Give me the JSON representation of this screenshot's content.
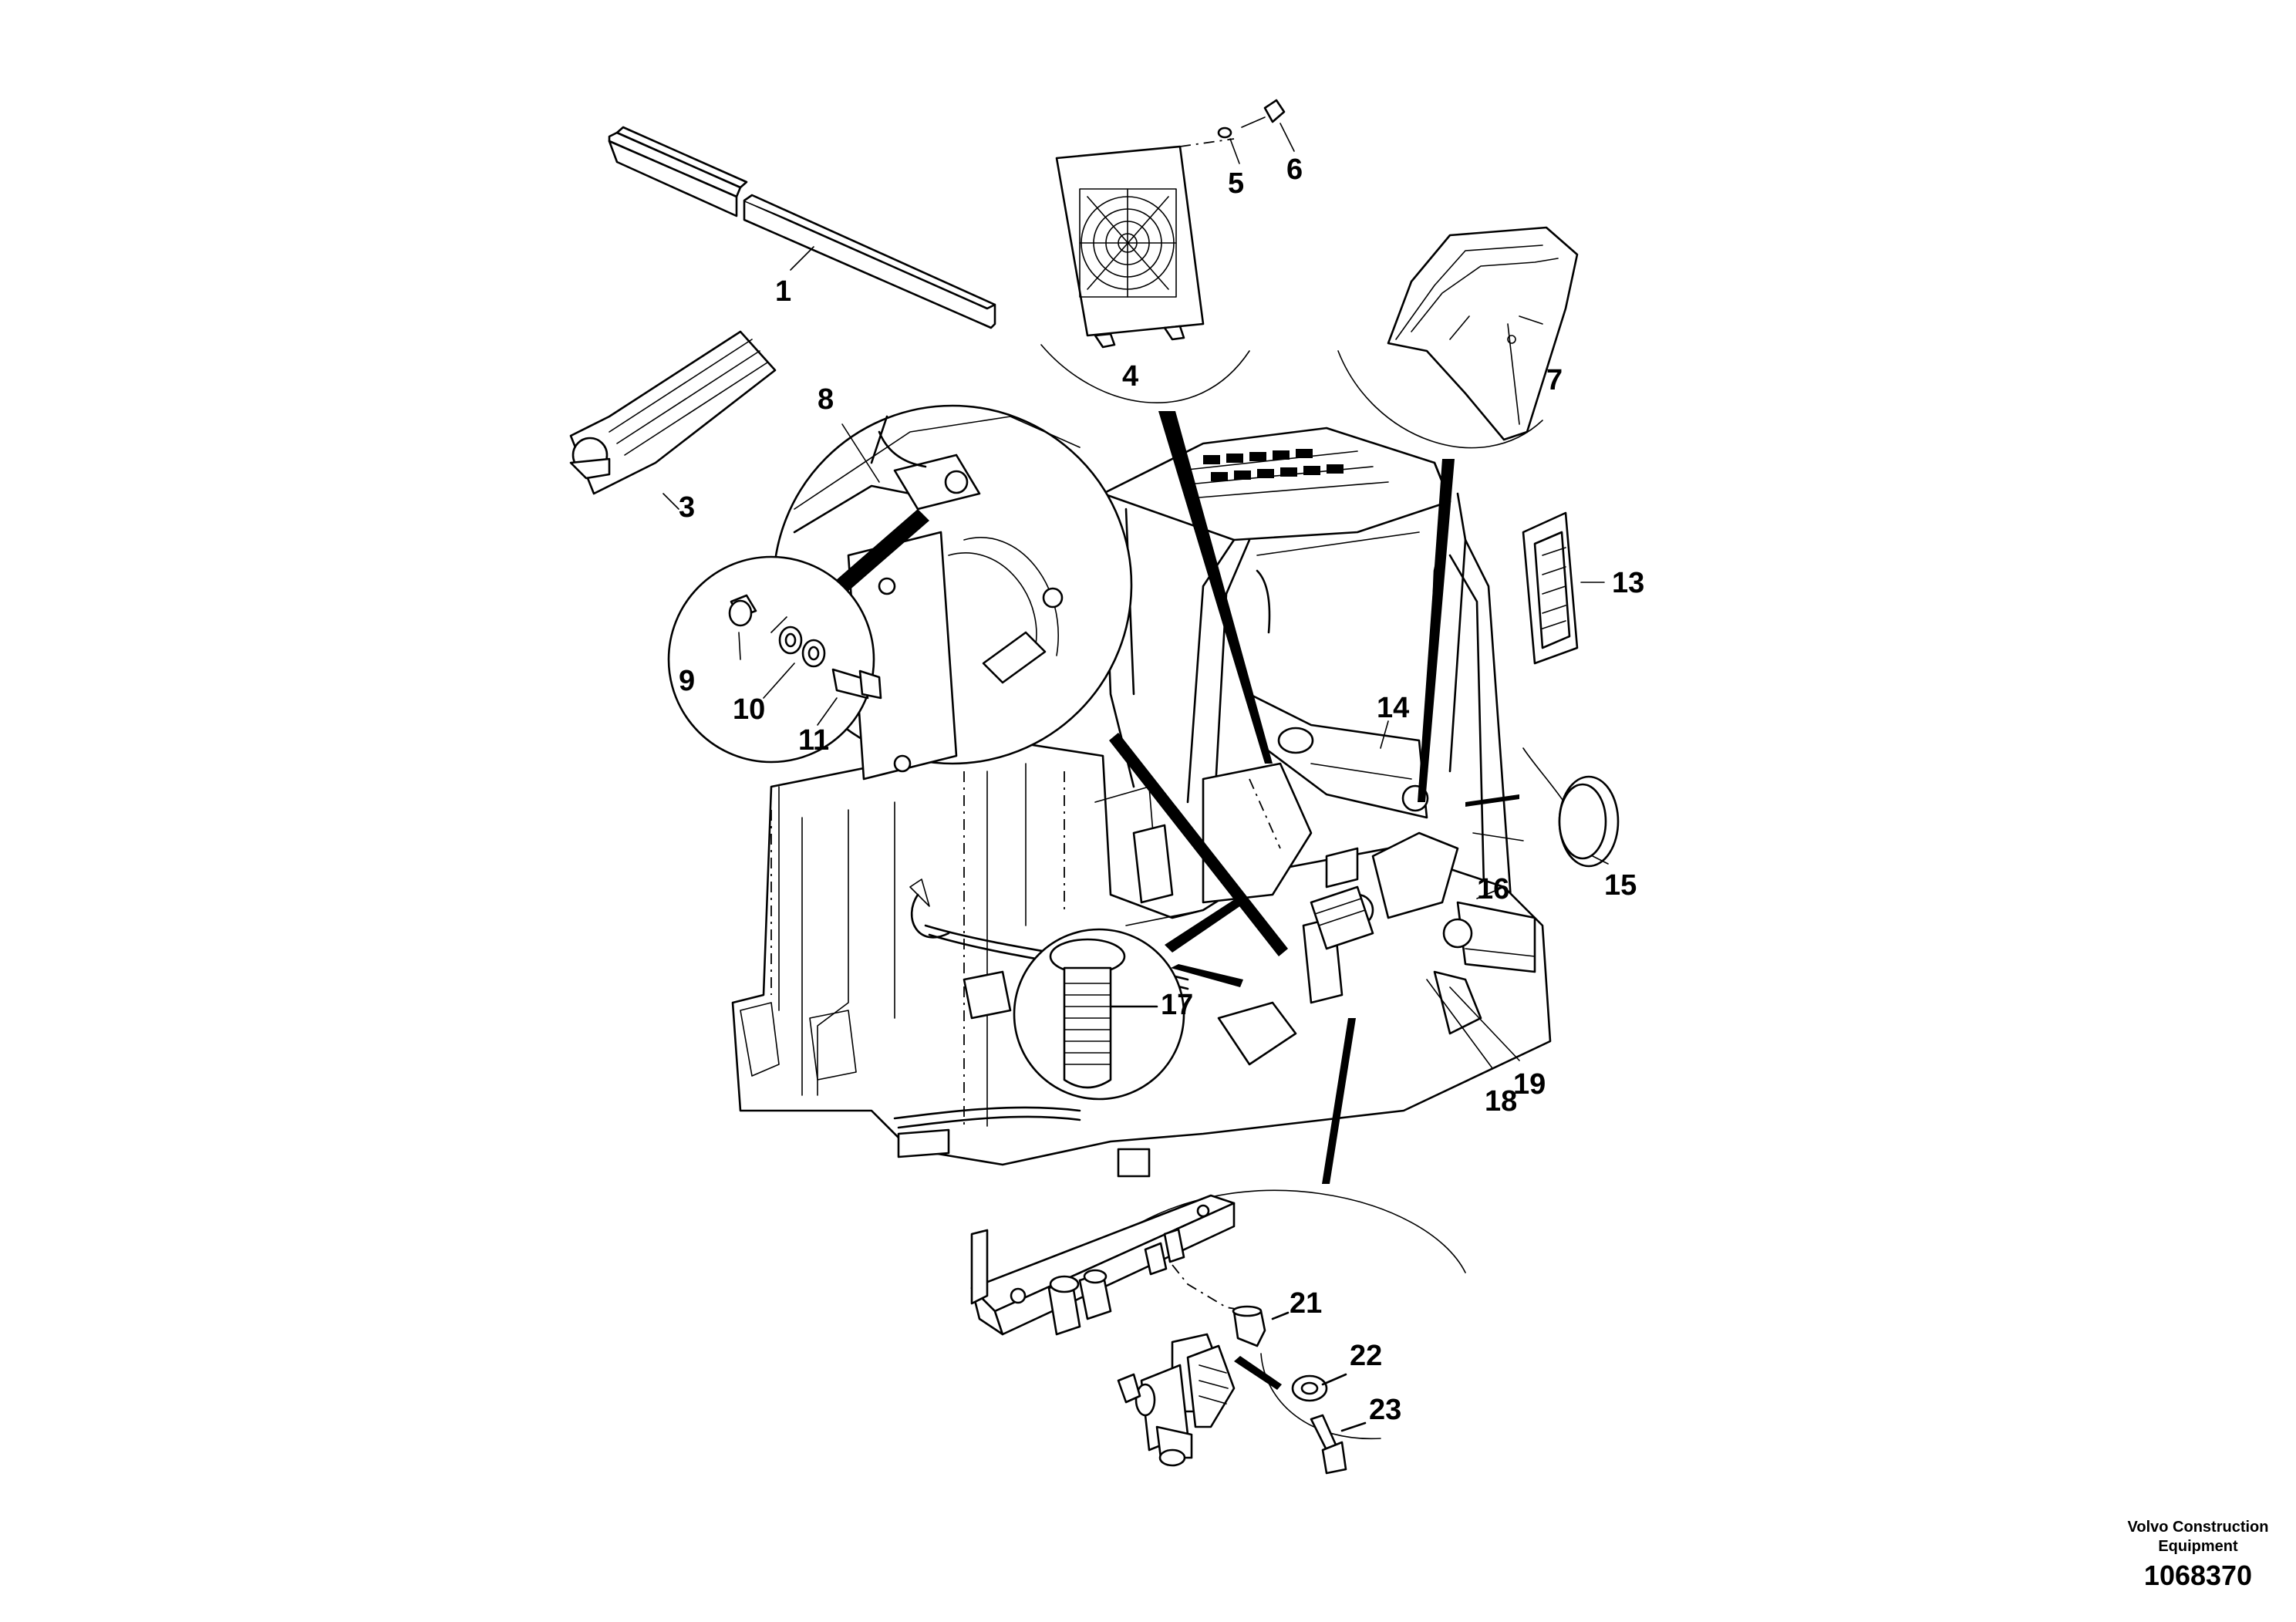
{
  "footer": {
    "company_line1": "Volvo Construction",
    "company_line2": "Equipment",
    "drawing_number": "1068370"
  },
  "callouts": [
    "1",
    "3",
    "4",
    "5",
    "6",
    "7",
    "8",
    "9",
    "10",
    "11",
    "13",
    "14",
    "15",
    "16",
    "17",
    "18",
    "19",
    "21",
    "22",
    "23"
  ]
}
